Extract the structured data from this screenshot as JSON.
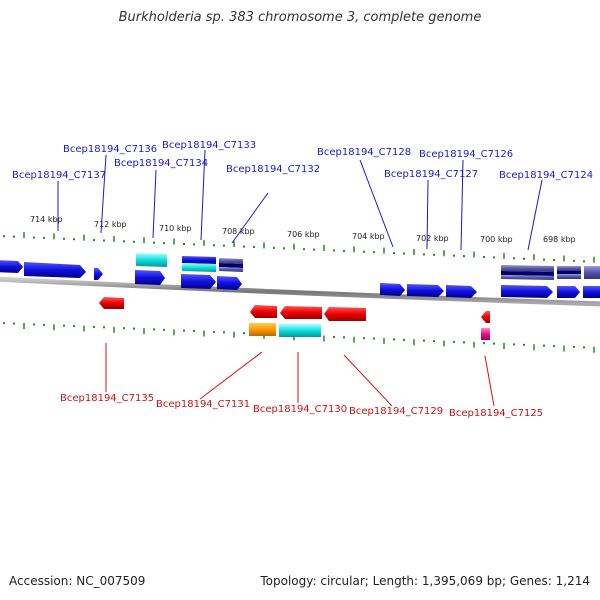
{
  "title": "Burkholderia sp. 383 chromosome 3, complete genome",
  "footer": {
    "accession": "Accession: NC_007509",
    "summary": "Topology: circular; Length: 1,395,069 bp; Genes: 1,214"
  },
  "colors": {
    "top_label": "#1a1acc",
    "bottom_label": "#cc1111",
    "tick": "#228822",
    "backbone": "#888888"
  },
  "scale_ticks": [
    {
      "label": "714 kbp",
      "kbp": 714
    },
    {
      "label": "712 kbp",
      "kbp": 712
    },
    {
      "label": "710 kbp",
      "kbp": 710
    },
    {
      "label": "708 kbp",
      "kbp": 708
    },
    {
      "label": "706 kbp",
      "kbp": 706
    },
    {
      "label": "704 kbp",
      "kbp": 704
    },
    {
      "label": "702 kbp",
      "kbp": 702
    },
    {
      "label": "700 kbp",
      "kbp": 700
    },
    {
      "label": "698 kbp",
      "kbp": 698
    }
  ],
  "top_labels": [
    {
      "text": "Bcep18194_C7137"
    },
    {
      "text": "Bcep18194_C7136"
    },
    {
      "text": "Bcep18194_C7134"
    },
    {
      "text": "Bcep18194_C7133"
    },
    {
      "text": "Bcep18194_C7132"
    },
    {
      "text": "Bcep18194_C7128"
    },
    {
      "text": "Bcep18194_C7127"
    },
    {
      "text": "Bcep18194_C7126"
    },
    {
      "text": "Bcep18194_C7124"
    }
  ],
  "bottom_labels": [
    {
      "text": "Bcep18194_C7135"
    },
    {
      "text": "Bcep18194_C7131"
    },
    {
      "text": "Bcep18194_C7130"
    },
    {
      "text": "Bcep18194_C7129"
    },
    {
      "text": "Bcep18194_C7125"
    }
  ]
}
